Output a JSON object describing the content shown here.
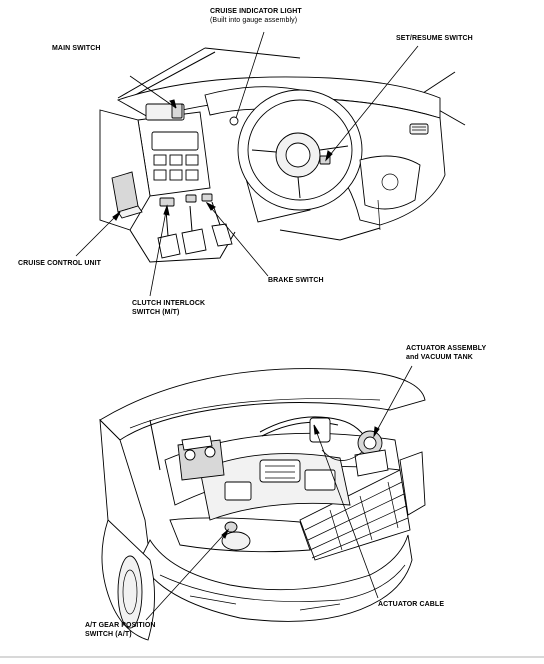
{
  "labels": {
    "cruise_indicator_light": "CRUISE INDICATOR LIGHT",
    "cruise_indicator_note": "(Built into gauge assembly)",
    "main_switch": "MAIN SWITCH",
    "set_resume_switch": "SET/RESUME SWITCH",
    "cruise_control_unit": "CRUISE CONTROL UNIT",
    "brake_switch": "BRAKE SWITCH",
    "clutch_interlock_line1": "CLUTCH INTERLOCK",
    "clutch_interlock_line2": "SWITCH (M/T)",
    "actuator_assembly_line1": "ACTUATOR ASSEMBLY",
    "actuator_assembly_line2": "and VACUUM TANK",
    "actuator_cable": "ACTUATOR CABLE",
    "at_gear_line1": "A/T GEAR POSITION",
    "at_gear_line2": "SWITCH (A/T)"
  }
}
